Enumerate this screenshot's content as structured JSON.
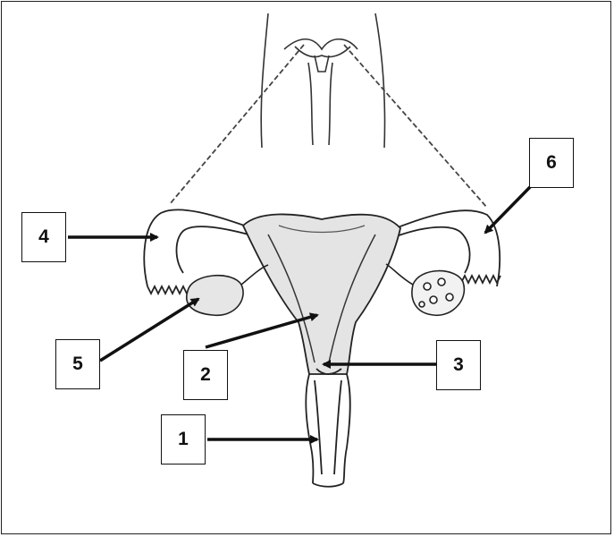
{
  "labels": [
    {
      "id": "1",
      "text": "1"
    },
    {
      "id": "2",
      "text": "2"
    },
    {
      "id": "3",
      "text": "3"
    },
    {
      "id": "4",
      "text": "4"
    },
    {
      "id": "5",
      "text": "5"
    },
    {
      "id": "6",
      "text": "6"
    }
  ],
  "colors": {
    "line": "#111111",
    "sketch": "#333333",
    "shade": "#dcdcdc",
    "background": "#ffffff"
  }
}
